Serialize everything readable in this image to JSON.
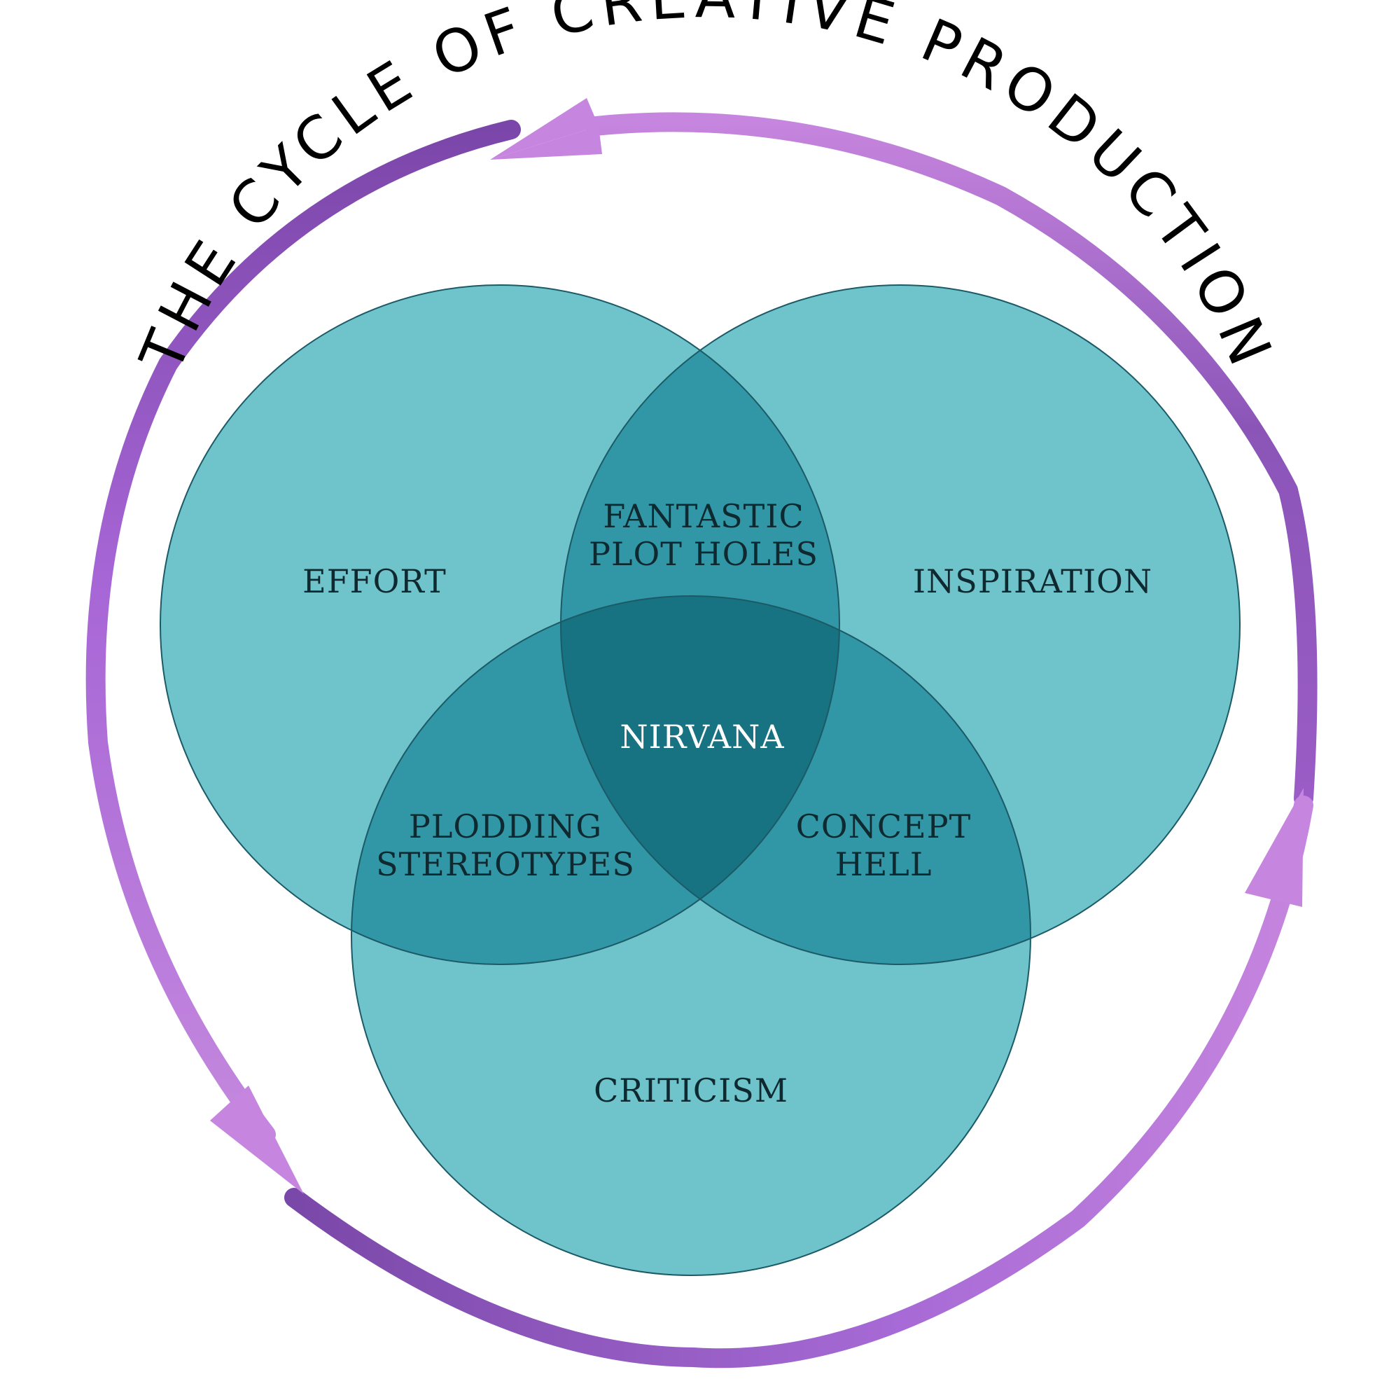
{
  "title": "THE CYCLE OF CREATIVE PRODUCTION",
  "colors": {
    "circle_fill": "#6fc3ca",
    "double_overlap": "#3196a5",
    "center_overlap": "#177282",
    "circle_stroke": "#1b5a66",
    "label_dark": "#0e2a30",
    "label_light": "#ffffff",
    "arrow_light": "#c685de",
    "arrow_dark": "#8150ae",
    "title_color": "#000000"
  },
  "regions": {
    "effort": "EFFORT",
    "inspiration": "INSPIRATION",
    "criticism": "CRITICISM",
    "fantastic": [
      "FANTASTIC",
      "PLOT HOLES"
    ],
    "plodding": [
      "PLODDING",
      "STEREOTYPES"
    ],
    "concept": [
      "CONCEPT",
      "HELL"
    ],
    "nirvana": "NIRVANA"
  }
}
